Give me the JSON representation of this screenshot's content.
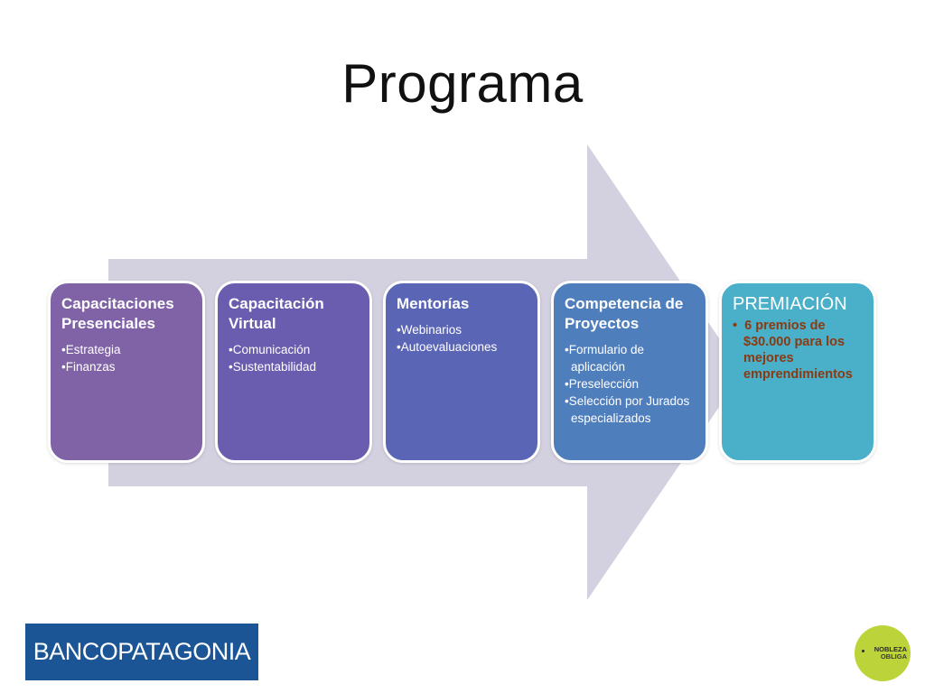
{
  "title": "Programa",
  "stages": [
    {
      "title": "Capacitaciones Presenciales",
      "items": [
        "Estrategia",
        "Finanzas"
      ],
      "color": "#7f63a6"
    },
    {
      "title": "Capacitación Virtual",
      "items": [
        "Comunicación",
        "Sustentabilidad"
      ],
      "color": "#6a5cae"
    },
    {
      "title": "Mentorías",
      "items": [
        "Webinarios",
        "Autoevaluaciones"
      ],
      "color": "#5a66b5"
    },
    {
      "title": "Competencia de Proyectos",
      "items": [
        "Formulario de aplicación",
        "Preselección",
        "Selección por Jurados especializados"
      ],
      "color": "#4f7ebd"
    },
    {
      "title": "PREMIACIÓN",
      "items": [
        "6 premios de $30.000 para los mejores emprendimientos"
      ],
      "color": "#4ab0c9"
    }
  ],
  "arrow_color": "#d3d1e0",
  "logos": {
    "bank": "BANCOPATAGONIA",
    "nobleza_line1": "NOBLEZA",
    "nobleza_line2": "OBLIGA"
  }
}
